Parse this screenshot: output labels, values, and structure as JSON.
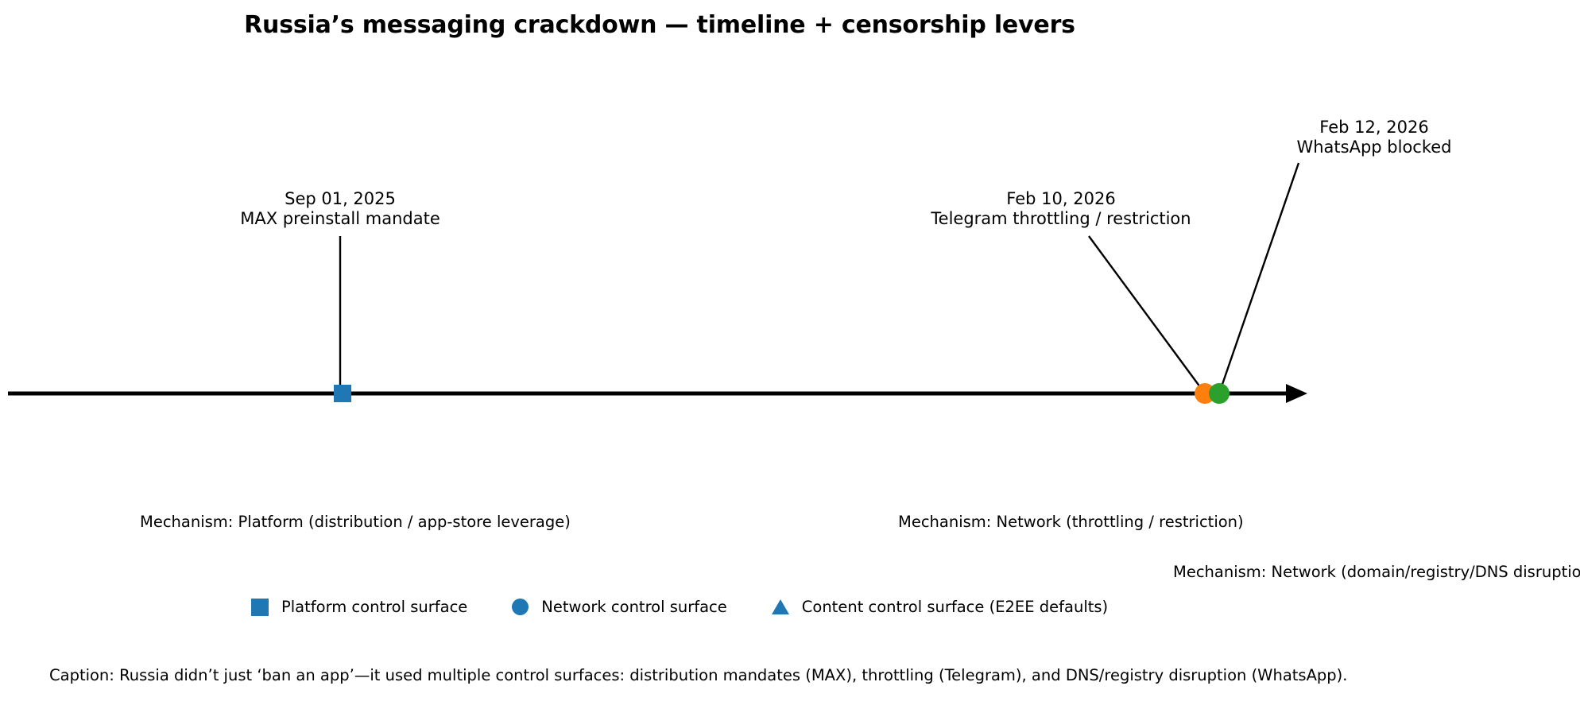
{
  "title": "Russia’s messaging crackdown — timeline + censorship levers",
  "chart_data": {
    "type": "timeline",
    "title": "Russia’s messaging crackdown — timeline + censorship levers",
    "xlabel": "",
    "ylabel": "",
    "grid": false,
    "legend_position": "lower-center",
    "axis": {
      "style": "horizontal arrow",
      "arrow_direction": "right",
      "color": "#000000"
    },
    "events": [
      {
        "date": "Sep 01, 2025",
        "label": "MAX preinstall mandate",
        "marker": "square",
        "color": "#1f77b4",
        "surface": "Platform control surface",
        "mechanism": "Mechanism: Platform (distribution / app-store leverage)",
        "leader": "vertical"
      },
      {
        "date": "Feb 10, 2026",
        "label": "Telegram throttling / restriction",
        "marker": "circle",
        "color": "#ff7f0e",
        "surface": "Network control surface",
        "mechanism": "Mechanism: Network (throttling / restriction)",
        "leader": "diagonal-left"
      },
      {
        "date": "Feb 12, 2026",
        "label": "WhatsApp blocked",
        "marker": "circle",
        "color": "#2ca02c",
        "surface": "Network control surface",
        "mechanism": "Mechanism: Network (domain/registry/DNS disruption)",
        "leader": "diagonal-right"
      }
    ],
    "legend": [
      {
        "label": "Platform control surface",
        "marker": "square",
        "color": "#1f77b4"
      },
      {
        "label": "Network control surface",
        "marker": "circle",
        "color": "#1f77b4"
      },
      {
        "label": "Content control surface (E2EE defaults)",
        "marker": "triangle",
        "color": "#1f77b4"
      }
    ],
    "caption": "Caption: Russia didn’t just ‘ban an app’—it used multiple control surfaces: distribution mandates (MAX), throttling (Telegram), and DNS/registry disruption (WhatsApp)."
  }
}
